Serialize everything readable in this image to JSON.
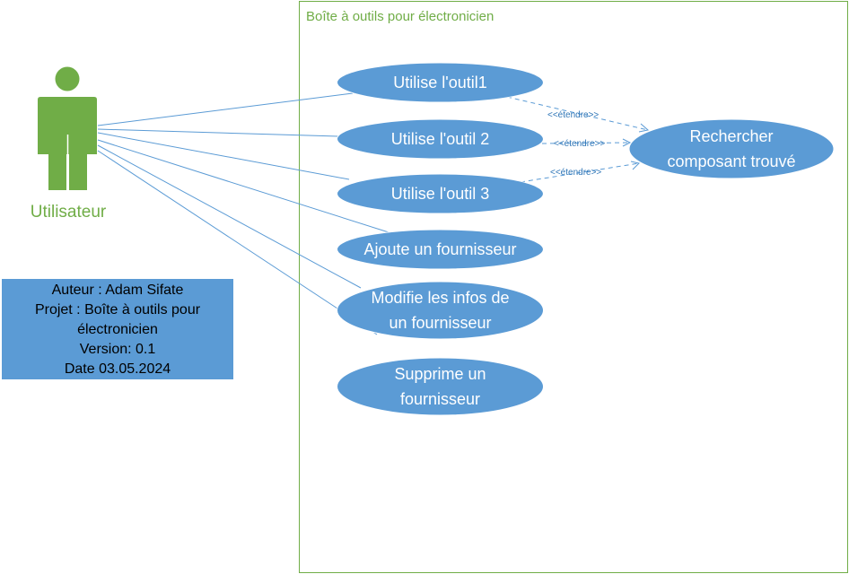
{
  "system": {
    "title": "Boîte à outils pour électronicien"
  },
  "actor": {
    "label": "Utilisateur"
  },
  "use_cases": [
    {
      "id": "uc1",
      "lines": [
        "Utilise l'outil1"
      ]
    },
    {
      "id": "uc2",
      "lines": [
        "Utilise l'outil 2"
      ]
    },
    {
      "id": "uc3",
      "lines": [
        "Utilise l'outil 3"
      ]
    },
    {
      "id": "uc4",
      "lines": [
        "Ajoute un fournisseur"
      ]
    },
    {
      "id": "uc5",
      "lines": [
        "Modifie les infos de",
        "un fournisseur"
      ]
    },
    {
      "id": "uc6",
      "lines": [
        "Supprime un",
        "fournisseur"
      ]
    }
  ],
  "extension_use_case": {
    "lines": [
      "Rechercher",
      "composant trouvé"
    ]
  },
  "extend_labels": [
    "<<étendre>>",
    "<<étendre>>",
    "<<étendre>>"
  ],
  "note": {
    "lines": [
      "Auteur : Adam Sifate",
      "Projet : Boîte à outils pour",
      "électronicien",
      "Version: 0.1",
      "Date 03.05.2024"
    ]
  },
  "colors": {
    "accent_green": "#70ad47",
    "shape_blue": "#5b9bd5",
    "label_blue": "#2e75b6"
  }
}
